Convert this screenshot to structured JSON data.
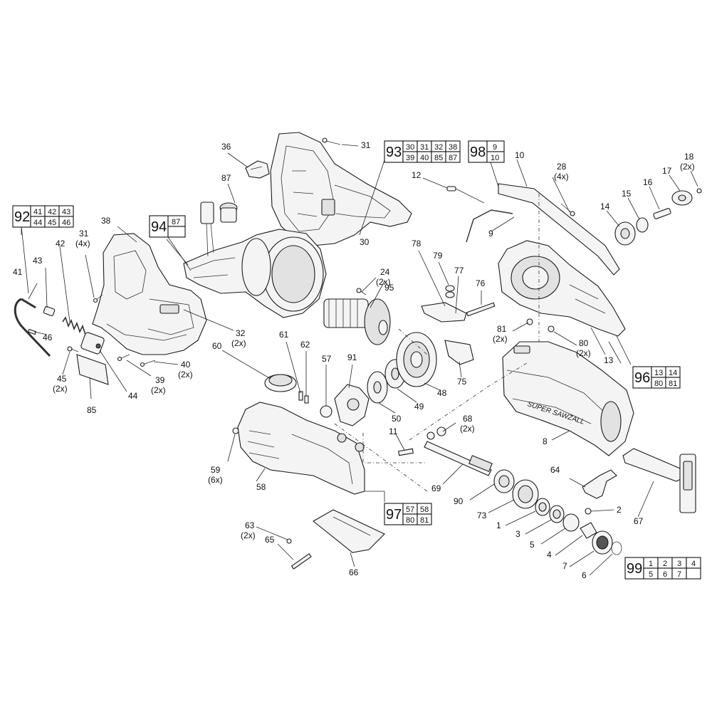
{
  "callouts": [
    {
      "id": "c1",
      "text": "1"
    },
    {
      "id": "c2",
      "text": "2"
    },
    {
      "id": "c3",
      "text": "3"
    },
    {
      "id": "c4",
      "text": "4"
    },
    {
      "id": "c5",
      "text": "5"
    },
    {
      "id": "c6",
      "text": "6"
    },
    {
      "id": "c7",
      "text": "7"
    },
    {
      "id": "c8",
      "text": "8"
    },
    {
      "id": "c9",
      "text": "9"
    },
    {
      "id": "c10",
      "text": "10"
    },
    {
      "id": "c11",
      "text": "11"
    },
    {
      "id": "c12",
      "text": "12"
    },
    {
      "id": "c13",
      "text": "13"
    },
    {
      "id": "c14",
      "text": "14"
    },
    {
      "id": "c15",
      "text": "15"
    },
    {
      "id": "c16",
      "text": "16"
    },
    {
      "id": "c17",
      "text": "17"
    },
    {
      "id": "c18",
      "text": "18"
    },
    {
      "id": "c18q",
      "text": "(2x)"
    },
    {
      "id": "c24",
      "text": "24"
    },
    {
      "id": "c24q",
      "text": "(2x)"
    },
    {
      "id": "c28",
      "text": "28"
    },
    {
      "id": "c28q",
      "text": "(4x)"
    },
    {
      "id": "c30",
      "text": "30"
    },
    {
      "id": "c31a",
      "text": "31"
    },
    {
      "id": "c31b",
      "text": "31"
    },
    {
      "id": "c31bq",
      "text": "(4x)"
    },
    {
      "id": "c32",
      "text": "32"
    },
    {
      "id": "c32q",
      "text": "(2x)"
    },
    {
      "id": "c36",
      "text": "36"
    },
    {
      "id": "c38",
      "text": "38"
    },
    {
      "id": "c39",
      "text": "39"
    },
    {
      "id": "c39q",
      "text": "(2x)"
    },
    {
      "id": "c40",
      "text": "40"
    },
    {
      "id": "c40q",
      "text": "(2x)"
    },
    {
      "id": "c41",
      "text": "41"
    },
    {
      "id": "c42",
      "text": "42"
    },
    {
      "id": "c43",
      "text": "43"
    },
    {
      "id": "c44",
      "text": "44"
    },
    {
      "id": "c45",
      "text": "45"
    },
    {
      "id": "c45q",
      "text": "(2x)"
    },
    {
      "id": "c46",
      "text": "46"
    },
    {
      "id": "c48",
      "text": "48"
    },
    {
      "id": "c49",
      "text": "49"
    },
    {
      "id": "c50",
      "text": "50"
    },
    {
      "id": "c57",
      "text": "57"
    },
    {
      "id": "c58",
      "text": "58"
    },
    {
      "id": "c59",
      "text": "59"
    },
    {
      "id": "c59q",
      "text": "(6x)"
    },
    {
      "id": "c60",
      "text": "60"
    },
    {
      "id": "c61",
      "text": "61"
    },
    {
      "id": "c62",
      "text": "62"
    },
    {
      "id": "c63",
      "text": "63"
    },
    {
      "id": "c63q",
      "text": "(2x)"
    },
    {
      "id": "c64",
      "text": "64"
    },
    {
      "id": "c65",
      "text": "65"
    },
    {
      "id": "c66",
      "text": "66"
    },
    {
      "id": "c67",
      "text": "67"
    },
    {
      "id": "c68",
      "text": "68"
    },
    {
      "id": "c68q",
      "text": "(2x)"
    },
    {
      "id": "c69",
      "text": "69"
    },
    {
      "id": "c73",
      "text": "73"
    },
    {
      "id": "c75",
      "text": "75"
    },
    {
      "id": "c76",
      "text": "76"
    },
    {
      "id": "c77",
      "text": "77"
    },
    {
      "id": "c78",
      "text": "78"
    },
    {
      "id": "c79",
      "text": "79"
    },
    {
      "id": "c80",
      "text": "80"
    },
    {
      "id": "c80q",
      "text": "(2x)"
    },
    {
      "id": "c81",
      "text": "81"
    },
    {
      "id": "c81q",
      "text": "(2x)"
    },
    {
      "id": "c85",
      "text": "85"
    },
    {
      "id": "c87",
      "text": "87"
    },
    {
      "id": "c90",
      "text": "90"
    },
    {
      "id": "c91",
      "text": "91"
    },
    {
      "id": "c95",
      "text": "95"
    }
  ],
  "kits": [
    {
      "id": "k92",
      "number": "92",
      "rows": [
        [
          "41",
          "42",
          "43"
        ],
        [
          "44",
          "45",
          "46"
        ]
      ]
    },
    {
      "id": "k93",
      "number": "93",
      "rows": [
        [
          "30",
          "31",
          "32",
          "38"
        ],
        [
          "39",
          "40",
          "85",
          "87"
        ]
      ]
    },
    {
      "id": "k94",
      "number": "94",
      "rows": [
        [
          "87"
        ],
        [
          ""
        ]
      ]
    },
    {
      "id": "k96",
      "number": "96",
      "rows": [
        [
          "13",
          "14"
        ],
        [
          "80",
          "81"
        ]
      ]
    },
    {
      "id": "k97",
      "number": "97",
      "rows": [
        [
          "57",
          "58"
        ],
        [
          "80",
          "81"
        ]
      ]
    },
    {
      "id": "k98",
      "number": "98",
      "rows": [
        [
          "9"
        ],
        [
          "10"
        ]
      ]
    },
    {
      "id": "k99",
      "number": "99",
      "rows": [
        [
          "1",
          "2",
          "3",
          "4"
        ],
        [
          "5",
          "6",
          "7",
          ""
        ]
      ]
    }
  ],
  "branding": {
    "motor_housing_text": "SUPER SAWZALL"
  }
}
